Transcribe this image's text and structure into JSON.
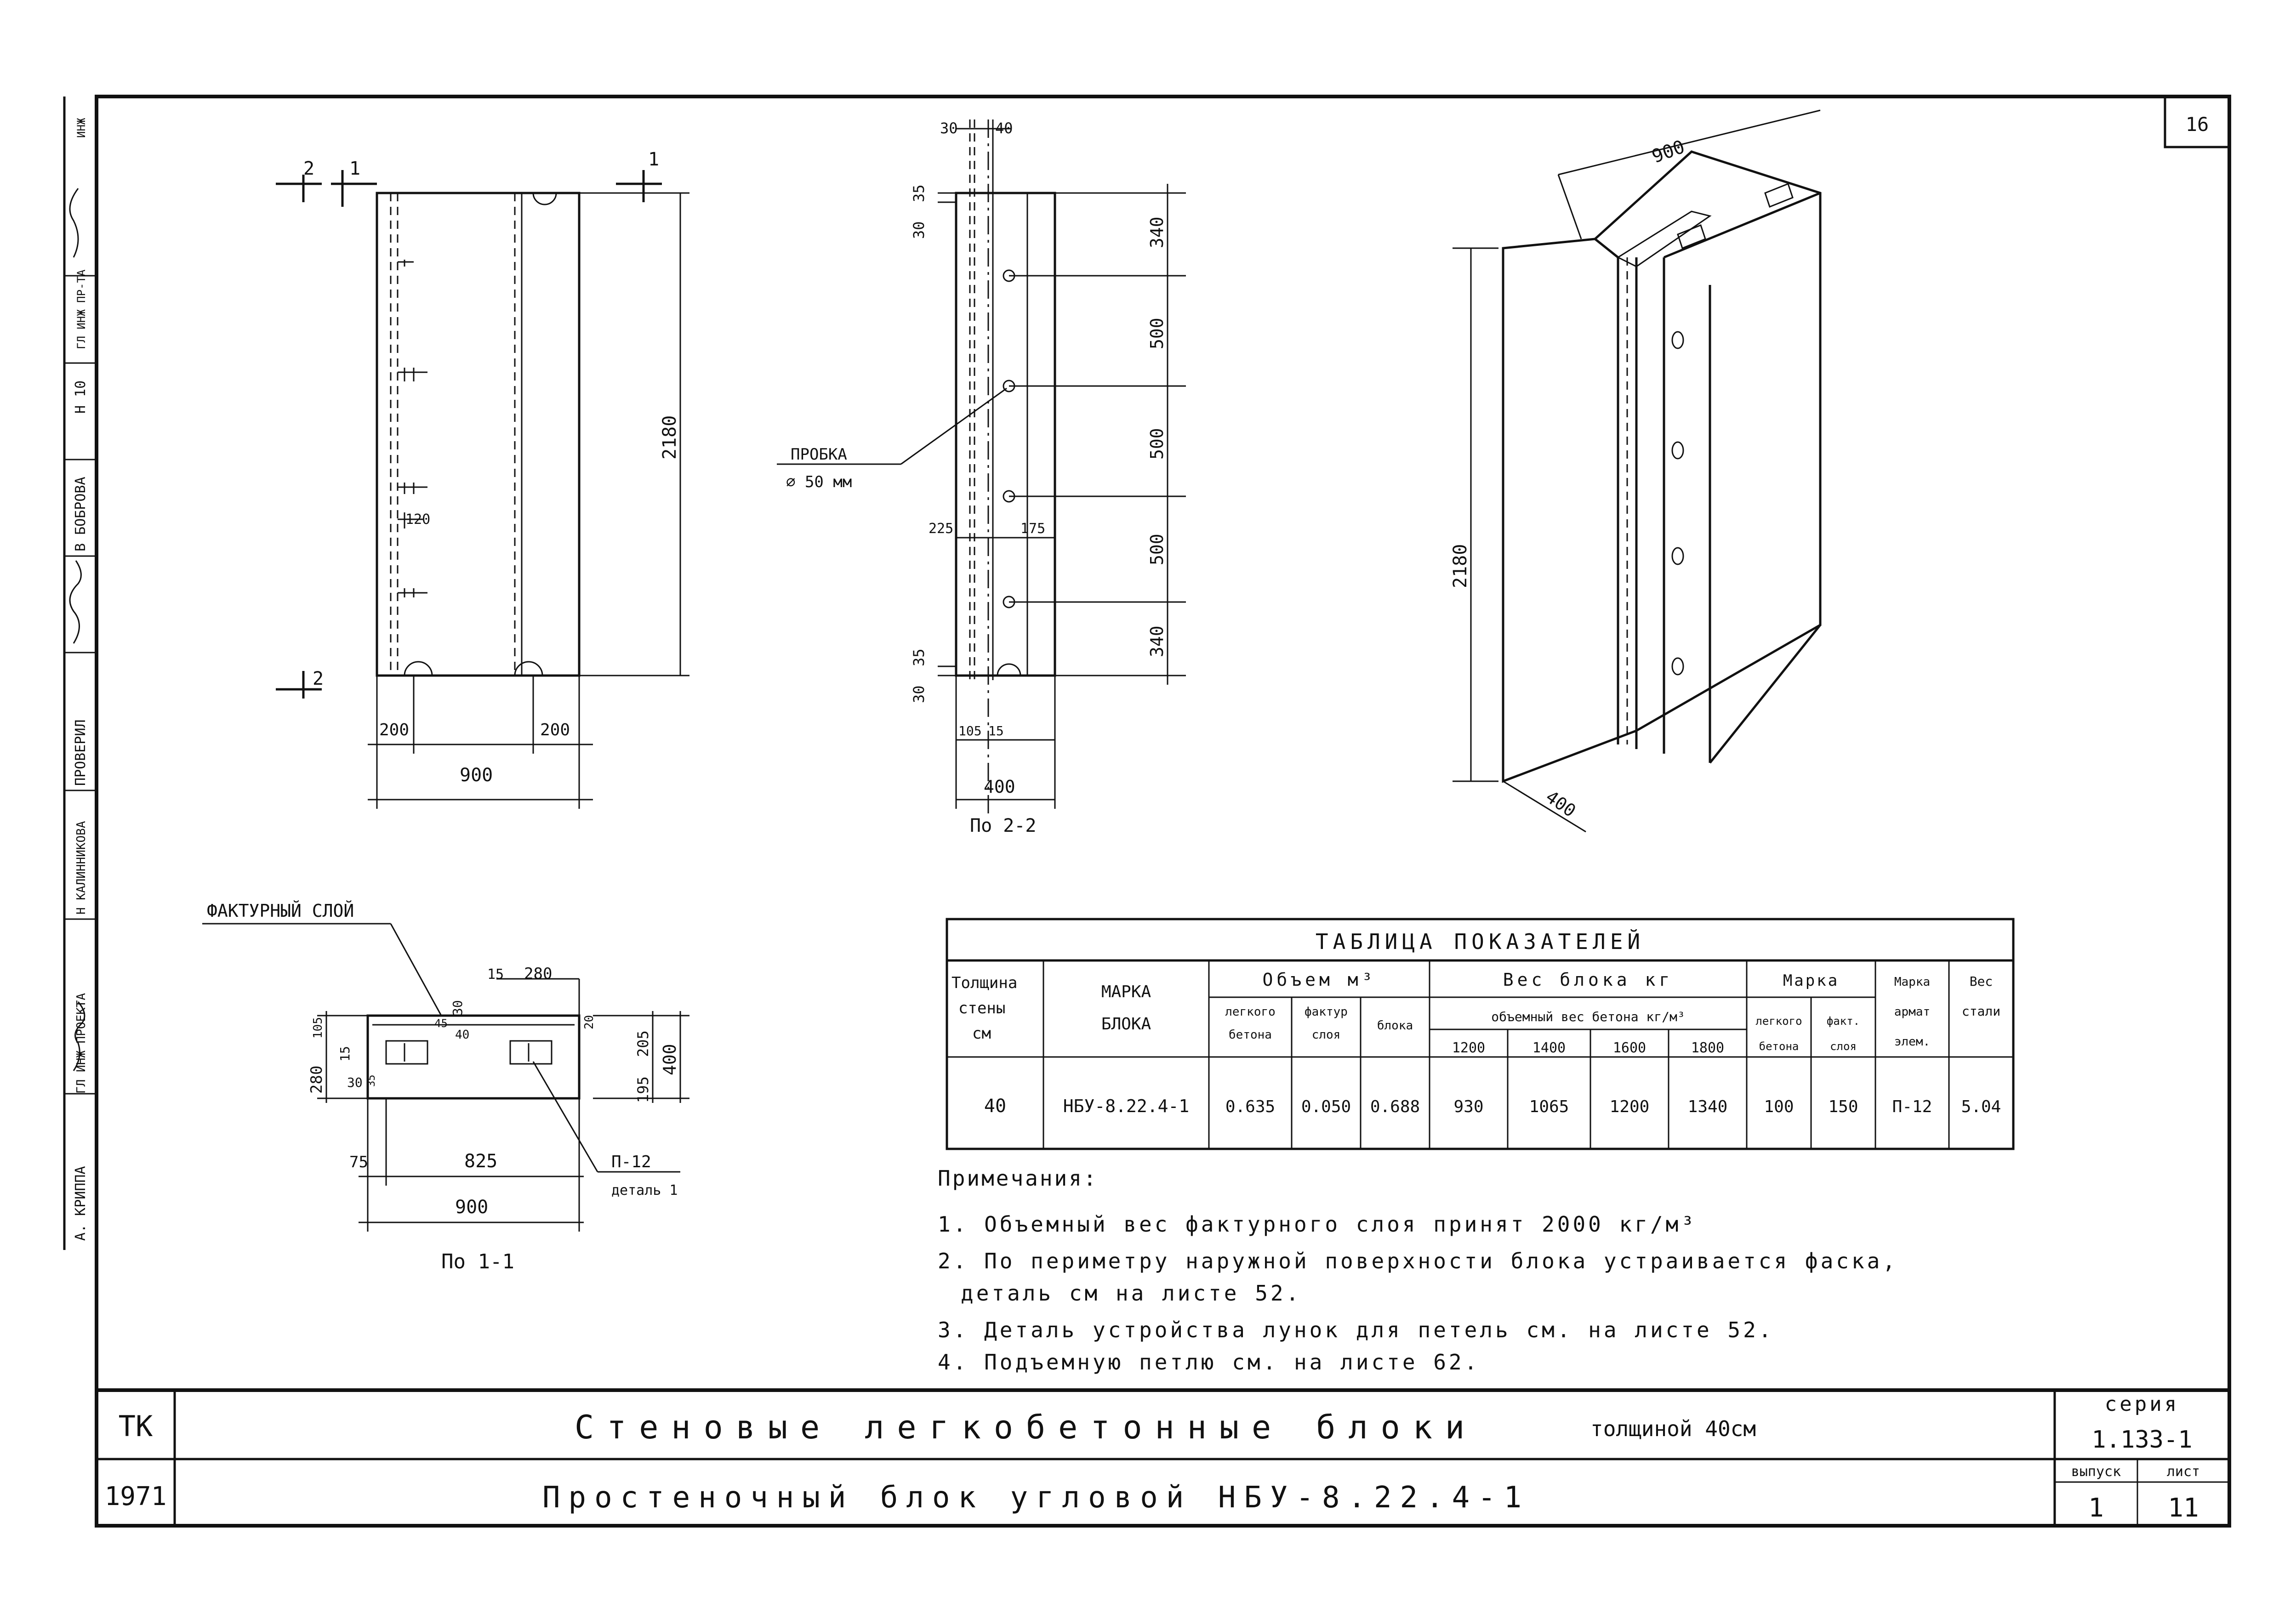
{
  "sheet_no": "16",
  "side_stamp": [
    "А. КРИППА",
    "ГЛ ИНЖ ПРОЕКТА",
    "Н КАЛИННИКОВА",
    "ПРОВЕРИЛ",
    "В БОБРОВА",
    "Н 10",
    "ГЛ ИНЖ ПР-ТА",
    "ИНЖ"
  ],
  "plan_view": {
    "section_marks": [
      "2",
      "2",
      "1",
      "1"
    ],
    "dims": {
      "height": "2180",
      "left_offset": "200",
      "right_offset": "200",
      "width": "900",
      "step": "120"
    }
  },
  "section_2_2": {
    "title": "По 2-2",
    "plug_label_1": "ПРОБКА",
    "plug_label_2": "⌀ 50 мм",
    "dims": {
      "top_a": "30",
      "top_b": "40",
      "top_left": "30",
      "top_left2": "35",
      "bottom_left": "30",
      "bottom_left2": "35",
      "seg1": "340",
      "seg2": "500",
      "seg3": "500",
      "seg4": "500",
      "seg5": "340",
      "d225": "225",
      "d175": "175",
      "d105": "105",
      "d15": "15",
      "width": "400"
    }
  },
  "isometric": {
    "width": "900",
    "height": "2180",
    "depth": "400"
  },
  "section_1_1": {
    "title": "По 1-1",
    "layer_label": "ФАКТУРНЫЙ СЛОЙ",
    "rebar_label": "П-12",
    "detail_label": "деталь 1",
    "dims": {
      "d15": "15",
      "d280": "280",
      "d30": "30",
      "d40": "40",
      "d45": "45",
      "d105": "105",
      "d20": "20",
      "d205": "205",
      "d400": "400",
      "d195": "195",
      "left280": "280",
      "left15": "15",
      "left30": "30",
      "left35": "35",
      "d75": "75",
      "d825": "825",
      "d900": "900"
    }
  },
  "table": {
    "title": "ТАБЛИЦА ПОКАЗАТЕЛЕЙ",
    "h_thickness": [
      "Толщина",
      "стены",
      "см"
    ],
    "h_mark": [
      "МАРКА",
      "БЛОКА"
    ],
    "h_volume": "Объем м³",
    "h_vol_light": [
      "легкого",
      "бетона"
    ],
    "h_vol_fact": [
      "фактур",
      "слоя"
    ],
    "h_vol_block": "блока",
    "h_weight": "Вес блока кг",
    "h_weight_sub": "объемный вес бетона кг/м³",
    "h_weights": [
      "1200",
      "1400",
      "1600",
      "1800"
    ],
    "h_grade": "Марка",
    "h_grade_light": [
      "легкого",
      "бетона"
    ],
    "h_grade_fact": [
      "факт.",
      "слоя"
    ],
    "h_arm": [
      "Марка",
      "армат",
      "элем."
    ],
    "h_steel": [
      "Вес",
      "стали"
    ],
    "row": [
      "40",
      "НБУ-8.22.4-1",
      "0.635",
      "0.050",
      "0.688",
      "930",
      "1065",
      "1200",
      "1340",
      "100",
      "150",
      "П-12",
      "5.04"
    ]
  },
  "notes": {
    "title": "Примечания:",
    "items": [
      "1. Объемный вес фактурного слоя принят 2000 кг/м³",
      "2. По периметру наружной поверхности блока устраивается фаска,",
      "деталь см на листе 52.",
      "3. Деталь устройства лунок для петель см. на листе 52.",
      "4. Подъемную петлю см. на листе 62."
    ]
  },
  "title_block": {
    "org": "ТК",
    "year": "1971",
    "title1": "Стеновые легкобетонные блоки",
    "title1_suffix": "толщиной 40см",
    "title2": "Простеночный блок угловой НБУ-8.22.4-1",
    "series_label": "серия",
    "series": "1.133-1",
    "issue_label": "выпуск",
    "sheet_label": "лист",
    "issue": "1",
    "sheet": "11"
  }
}
